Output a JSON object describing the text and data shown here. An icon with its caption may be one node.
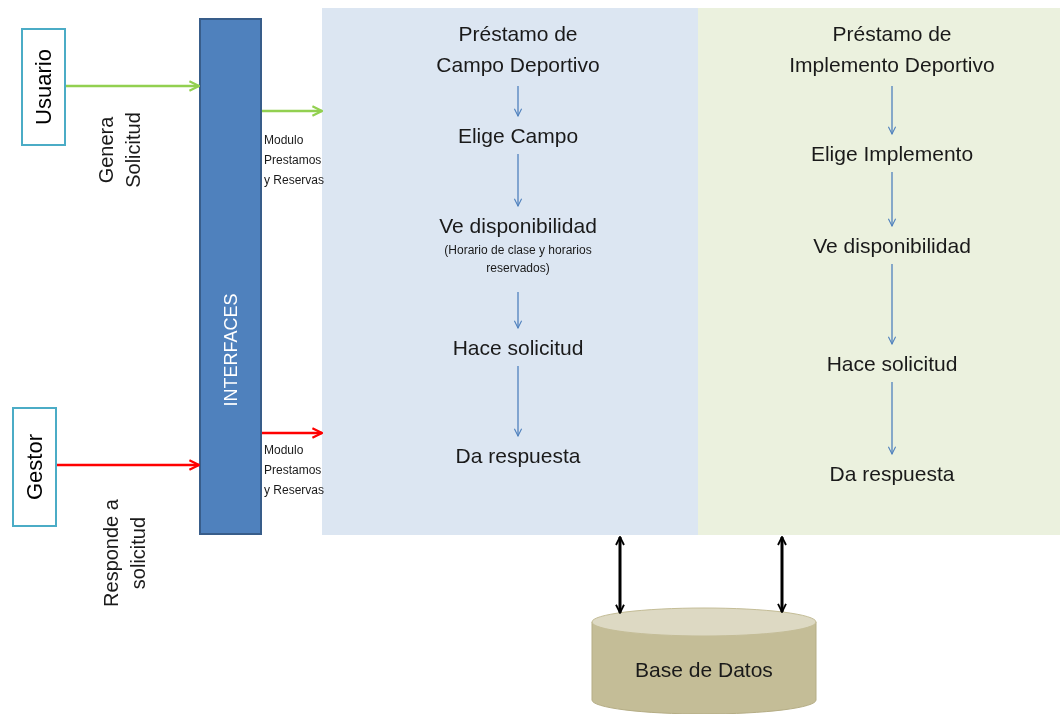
{
  "diagram": {
    "nodes": [
      {
        "text": [
          "Usuario"
        ]
      },
      {
        "text": [
          "Gestor"
        ]
      },
      {
        "text": [
          "INTERFACES"
        ]
      },
      {
        "text": [],
        "shape": "box"
      },
      {
        "text": [
          "Préstamo de Campo Deportivo"
        ],
        "in": 3
      },
      {
        "text": [
          "Elige Campo"
        ],
        "in": 3
      },
      {
        "text": [
          "Ve disponibilidad",
          "(Horario de clase y horarios reservados)"
        ],
        "in": 3
      },
      {
        "text": [
          "Hace solicitud"
        ],
        "in": 3
      },
      {
        "text": [
          "Da respuesta"
        ],
        "in": 3
      },
      {
        "text": [],
        "shape": "box"
      },
      {
        "text": [
          "Préstamo de Implemento Deportivo"
        ],
        "in": 9
      },
      {
        "text": [
          "Elige Implemento"
        ],
        "in": 9
      },
      {
        "text": [
          "Ve disponibilidad"
        ],
        "in": 9
      },
      {
        "text": [
          "Hace solicitud"
        ],
        "in": 9
      },
      {
        "text": [
          "Da respuesta"
        ],
        "in": 9
      },
      {
        "text": [
          "Base de Datos"
        ]
      }
    ],
    "edges": [
      {
        "from": 0,
        "to": 2,
        "arrow": "to",
        "label": "Genera Solicitud",
        "color": "#92d050"
      },
      {
        "from": 2,
        "to": 3,
        "arrow": "to",
        "label": "Modulo Prestamos y Reservas",
        "color": "#92d050"
      },
      {
        "from": 1,
        "to": 2,
        "arrow": "to",
        "label": "Responde a solicitud",
        "color": "#ff0000"
      },
      {
        "from": 2,
        "to": 3,
        "arrow": "to",
        "label": "Modulo Prestamos y Reservas",
        "color": "#ff0000"
      },
      {
        "from": 4,
        "to": 5,
        "arrow": "to"
      },
      {
        "from": 5,
        "to": 6,
        "arrow": "to"
      },
      {
        "from": 6,
        "to": 7,
        "arrow": "to"
      },
      {
        "from": 7,
        "to": 8,
        "arrow": "to"
      },
      {
        "from": 10,
        "to": 11,
        "arrow": "to"
      },
      {
        "from": 11,
        "to": 12,
        "arrow": "to"
      },
      {
        "from": 12,
        "to": 13,
        "arrow": "to"
      },
      {
        "from": 13,
        "to": 14,
        "arrow": "to"
      },
      {
        "from": 3,
        "to": 15,
        "arrow": "both",
        "style": "thick",
        "color": "#000000"
      },
      {
        "from": 9,
        "to": 15,
        "arrow": "both",
        "style": "thick",
        "color": "#000000"
      }
    ]
  }
}
